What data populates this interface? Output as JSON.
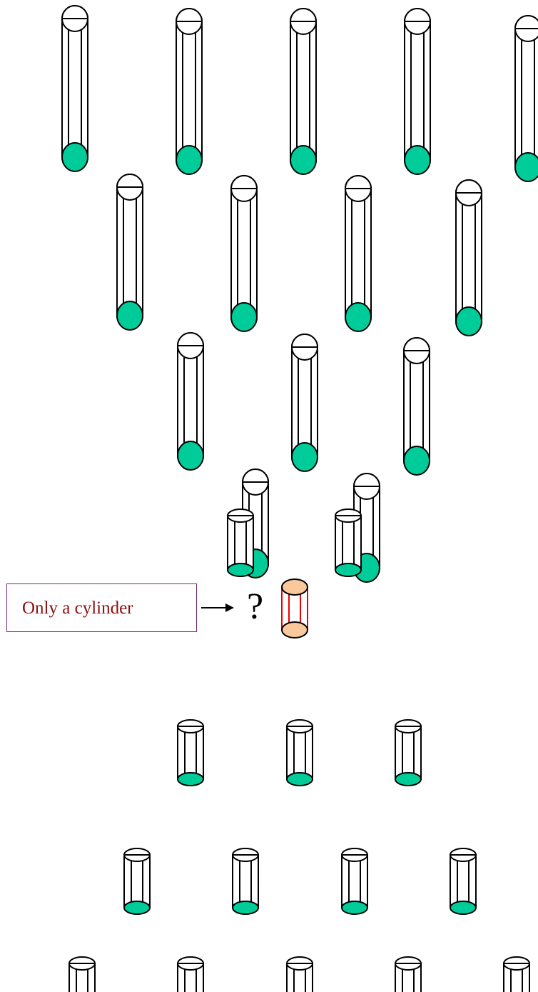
{
  "diagram": {
    "label": "Only a cylinder",
    "question_mark": "?",
    "colors": {
      "green": "#00cc99",
      "peach": "#f9c99b",
      "red": "#ee0000",
      "outline": "#000000",
      "label_text": "#8b0f0f",
      "label_border": "#7a2a7a"
    },
    "rows": [
      {
        "shape": "long-capsule",
        "count": 5
      },
      {
        "shape": "long-capsule",
        "count": 4
      },
      {
        "shape": "long-capsule",
        "count": 3
      },
      {
        "shape": "capsule",
        "count": 2
      },
      {
        "shape": "highlighted-cylinder",
        "count": 1
      },
      {
        "shape": "short-capped-cylinder",
        "count": 2
      },
      {
        "shape": "short-capped-cylinder",
        "count": 3
      },
      {
        "shape": "short-capped-cylinder",
        "count": 4
      },
      {
        "shape": "short-capped-cylinder",
        "count": 5
      }
    ]
  }
}
